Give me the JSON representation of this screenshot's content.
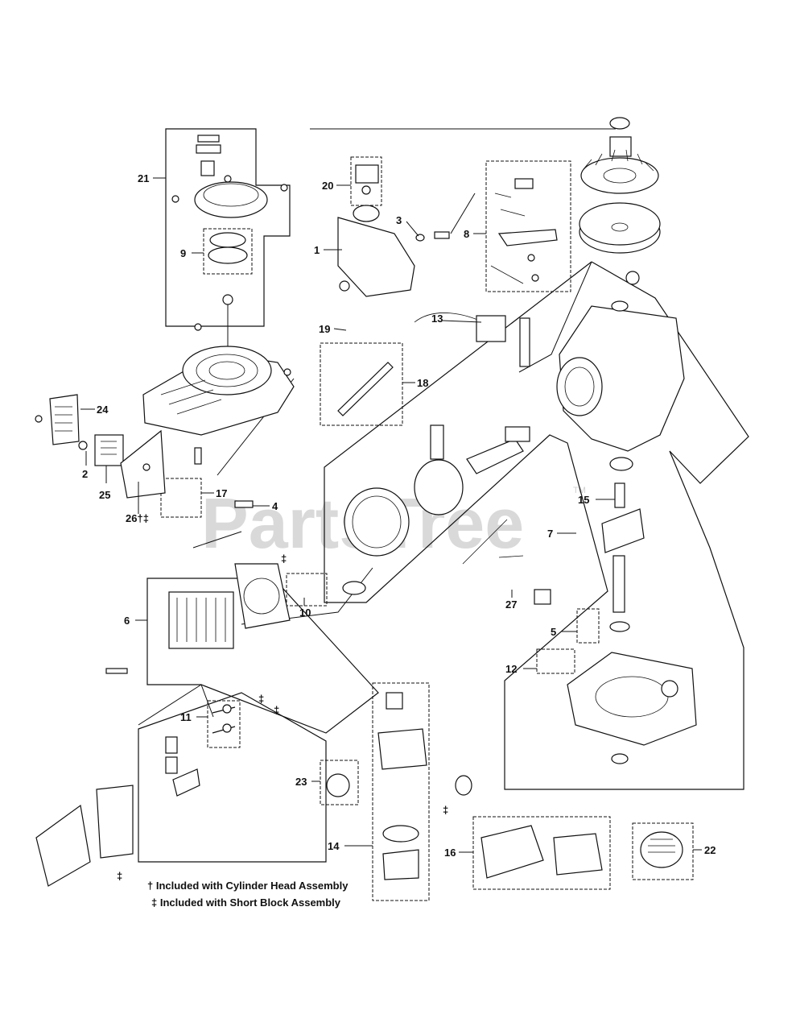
{
  "watermark": {
    "text": "PartsTree",
    "trademark": "TM"
  },
  "notes": [
    "† Included with Cylinder Head Assembly",
    "‡ Included with Short Block Assembly"
  ],
  "callouts": [
    "1",
    "2",
    "3",
    "4",
    "5",
    "6",
    "7",
    "8",
    "9",
    "10",
    "11",
    "12",
    "13",
    "14",
    "15",
    "16",
    "17",
    "18",
    "19",
    "20",
    "21",
    "22",
    "23",
    "24",
    "25",
    "26†‡",
    "27"
  ],
  "markers": {
    "short_block": "‡"
  }
}
